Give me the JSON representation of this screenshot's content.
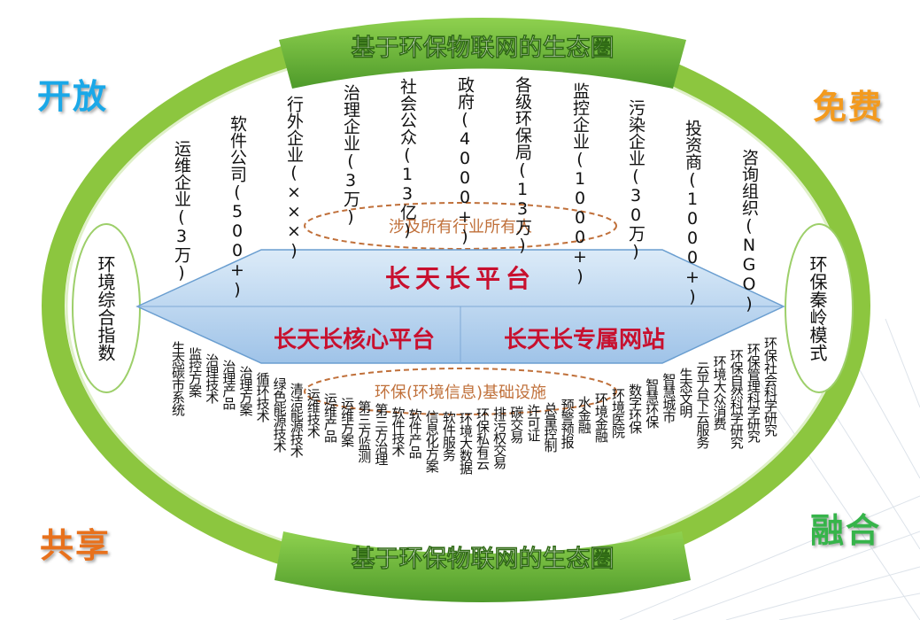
{
  "title_top": "基于环保物联网的生态圈",
  "title_bottom": "基于环保物联网的生态圈",
  "corners": {
    "top_left": "开放",
    "top_right": "免费",
    "bottom_left": "共享",
    "bottom_right": "融合"
  },
  "colors": {
    "ring": "#8cc63f",
    "banner": "#6db33f",
    "diamond": "#a9c8ea",
    "title_red": "#c8102e",
    "dashed": "#c0703a",
    "open": "#1aa8e8",
    "free": "#f39a1e",
    "share": "#e8711c",
    "merge": "#36b44a"
  },
  "side_left": "环境综合指数",
  "side_right": "环保秦岭模式",
  "upper_tag": "涉及所有行业所有人",
  "lower_tag": "环保(环境信息)基础设施",
  "platform_main": "长天长平台",
  "platform_core": "长天长核心平台",
  "platform_site": "长天长专属网站",
  "top_labels": [
    "运维企业(3万)",
    "软件公司(500+)",
    "行外企业(×××)",
    "治理企业(3万)",
    "社会公众(13亿)",
    "政府(4000+)",
    "各级环保局(13万)",
    "监控企业(1000+)",
    "污染企业(30万)",
    "投资商(1000+)",
    "咨询组织(NGO)"
  ],
  "bottom_labels": [
    "生态碳市系统",
    "监控方案",
    "治理技术",
    "治理产品",
    "治理方案",
    "循环技术",
    "绿色能源技术",
    "清洁能源技术",
    "运维技术",
    "运维产品",
    "运维方案",
    "第三方监测",
    "第三方治理",
    "软件技术",
    "软件产品",
    "信息化方案",
    "软件服务",
    "环境大数据",
    "环保私有云",
    "排污权交易",
    "碳交易",
    "许可证",
    "总量控制",
    "预警预报",
    "水金融",
    "环境金融",
    "环境医院",
    "数字环保",
    "智慧环保",
    "智慧城市",
    "生态文明",
    "云平台下云服务",
    "环境大众消费",
    "环保自然科学研究",
    "环保管理科学研究",
    "环保社会科学研究"
  ]
}
